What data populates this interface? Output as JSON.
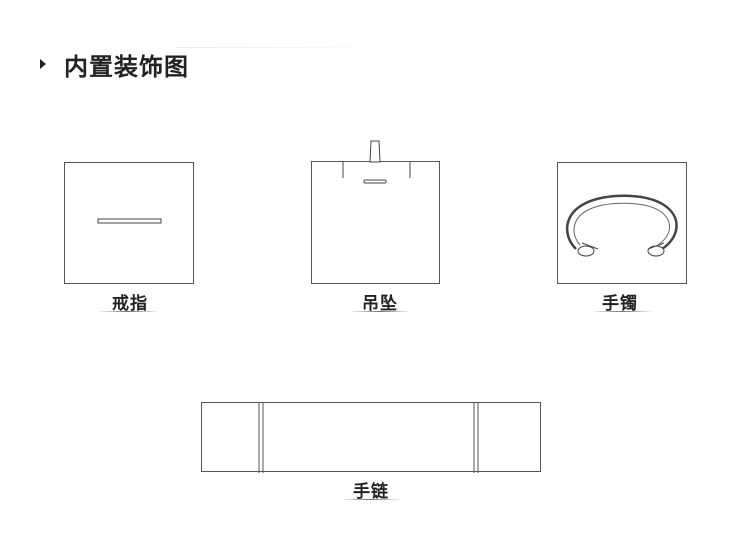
{
  "title": "内置装饰图",
  "items": {
    "ring": {
      "label": "戒指"
    },
    "pendant": {
      "label": "吊坠"
    },
    "bangle": {
      "label": "手镯"
    },
    "bracelet": {
      "label": "手链"
    }
  }
}
